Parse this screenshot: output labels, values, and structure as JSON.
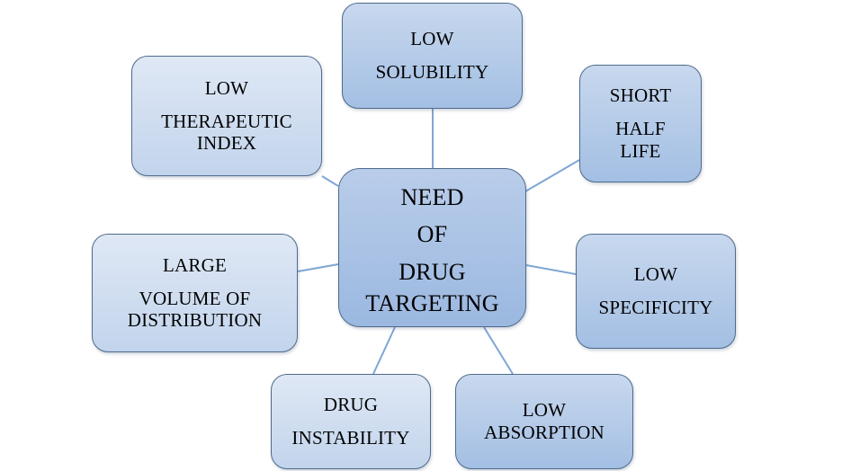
{
  "center": {
    "lines": [
      "NEED",
      "OF",
      "DRUG",
      "TARGETING"
    ]
  },
  "nodes": {
    "low_solubility": {
      "lines": [
        "LOW",
        "SOLUBILITY"
      ]
    },
    "short_half_life": {
      "lines": [
        "SHORT",
        "HALF",
        "LIFE"
      ]
    },
    "low_specificity": {
      "lines": [
        "LOW",
        "SPECIFICITY"
      ]
    },
    "low_absorption": {
      "lines": [
        "LOW",
        "ABSORPTION"
      ]
    },
    "drug_instability": {
      "lines": [
        "DRUG",
        "INSTABILITY"
      ]
    },
    "large_volume": {
      "lines": [
        "LARGE",
        "VOLUME OF",
        "DISTRIBUTION"
      ]
    },
    "low_therapeutic_index": {
      "lines": [
        "LOW",
        "THERAPEUTIC",
        "INDEX"
      ]
    }
  },
  "colors": {
    "connector": "#7fa6d4",
    "border": "#4f6b8c",
    "node_fill_dark": "#a3bfe3",
    "node_fill_light": "#c2d4ec"
  }
}
